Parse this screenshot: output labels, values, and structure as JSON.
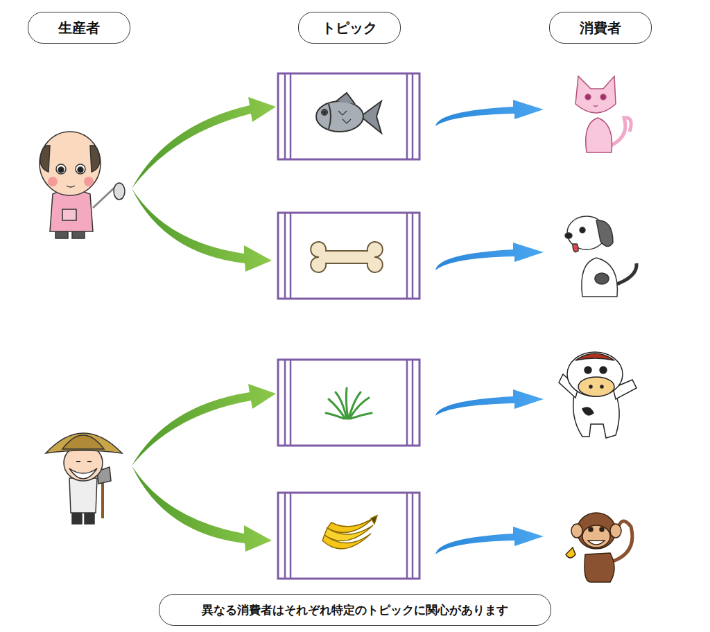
{
  "diagram": {
    "caption": "異なる消費者はそれぞれ特定のトピックに関心があります",
    "nodes": [
      {
        "text": [
          "生産者"
        ]
      },
      {
        "text": [
          "トピック"
        ]
      },
      {
        "text": [
          "消費者"
        ]
      }
    ]
  }
}
